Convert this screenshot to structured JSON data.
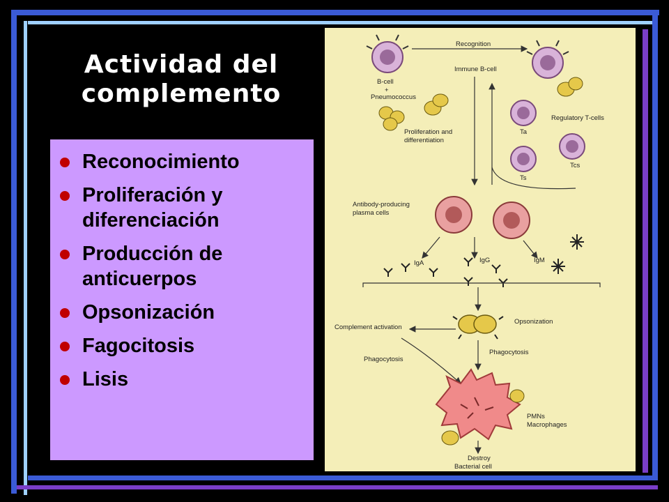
{
  "slide": {
    "title": "Actividad del complemento",
    "bullets": [
      "Reconocimiento",
      "Proliferación y diferenciación",
      "Producción de anticuerpos",
      "Opsonización",
      "Fagocitosis",
      "Lisis"
    ]
  },
  "diagram": {
    "labels": {
      "recognition": "Recognition",
      "b_cell": "B-cell",
      "plus": "+",
      "pneumococcus": "Pneumococcus",
      "immune_b_cell": "Immune B-cell",
      "proliferation_1": "Proliferation and",
      "proliferation_2": "differentiation",
      "regulatory_t_cells": "Regulatory T-cells",
      "ta": "Ta",
      "ts": "Ts",
      "tcs": "Tcs",
      "antibody_1": "Antibody-producing",
      "antibody_2": "plasma cells",
      "iga": "IgA",
      "igg": "IgG",
      "igm": "IgM",
      "complement_activation": "Complement activation",
      "opsonization": "Opsonization",
      "phagocytosis_left": "Phagocytosis",
      "phagocytosis_right": "Phagocytosis",
      "pmns": "PMNs",
      "macrophages": "Macrophages",
      "destroy": "Destroy",
      "bacterial_cell": "Bacterial cell"
    }
  },
  "colors": {
    "background": "#000000",
    "title": "#ffffff",
    "bullet_box": "#cc99ff",
    "bullet_dot": "#c00000",
    "diagram_bg": "#f4eeb8",
    "frame_blue": "#3355cc",
    "frame_purple": "#7a3ec8",
    "frame_light_blue": "#9fd0ff"
  }
}
